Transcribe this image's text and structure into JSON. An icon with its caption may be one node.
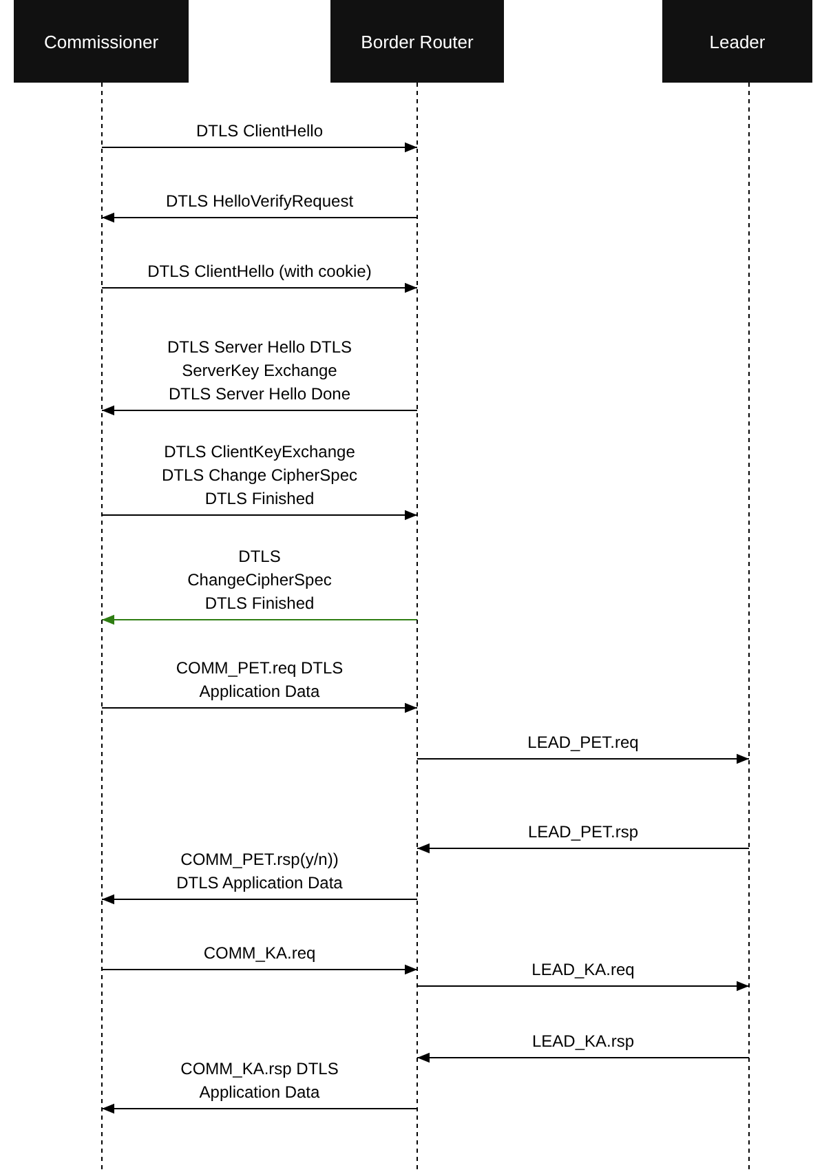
{
  "diagram": {
    "nodes": [
      {
        "text": [
          "Commissioner"
        ]
      },
      {
        "text": [
          "Border Router"
        ]
      },
      {
        "text": [
          "Leader"
        ]
      }
    ],
    "edges": [
      {
        "from": 0,
        "to": 1,
        "arrow": "to",
        "label": "DTLS ClientHello"
      },
      {
        "from": 1,
        "to": 0,
        "arrow": "to",
        "label": "DTLS HelloVerifyRequest"
      },
      {
        "from": 0,
        "to": 1,
        "arrow": "to",
        "label": "DTLS ClientHello (with cookie)"
      },
      {
        "from": 1,
        "to": 0,
        "arrow": "to",
        "label": "DTLS Server Hello DTLS ServerKey Exchange DTLS Server Hello Done"
      },
      {
        "from": 0,
        "to": 1,
        "arrow": "to",
        "label": "DTLS ClientKeyExchange DTLS Change CipherSpec DTLS Finished"
      },
      {
        "from": 1,
        "to": 0,
        "arrow": "to",
        "label": "DTLS ChangeCipherSpec DTLS Finished",
        "color": "#2e7d12"
      },
      {
        "from": 0,
        "to": 1,
        "arrow": "to",
        "label": "COMM_PET.req DTLS Application Data"
      },
      {
        "from": 1,
        "to": 2,
        "arrow": "to",
        "label": "LEAD_PET.req"
      },
      {
        "from": 2,
        "to": 1,
        "arrow": "to",
        "label": "LEAD_PET.rsp"
      },
      {
        "from": 1,
        "to": 0,
        "arrow": "to",
        "label": "COMM_PET.rsp(y/n)) DTLS Application Data"
      },
      {
        "from": 0,
        "to": 1,
        "arrow": "to",
        "label": "COMM_KA.req"
      },
      {
        "from": 1,
        "to": 2,
        "arrow": "to",
        "label": "LEAD_KA.req"
      },
      {
        "from": 2,
        "to": 1,
        "arrow": "to",
        "label": "LEAD_KA.rsp"
      },
      {
        "from": 1,
        "to": 0,
        "arrow": "to",
        "label": "COMM_KA.rsp DTLS Application Data"
      }
    ]
  }
}
